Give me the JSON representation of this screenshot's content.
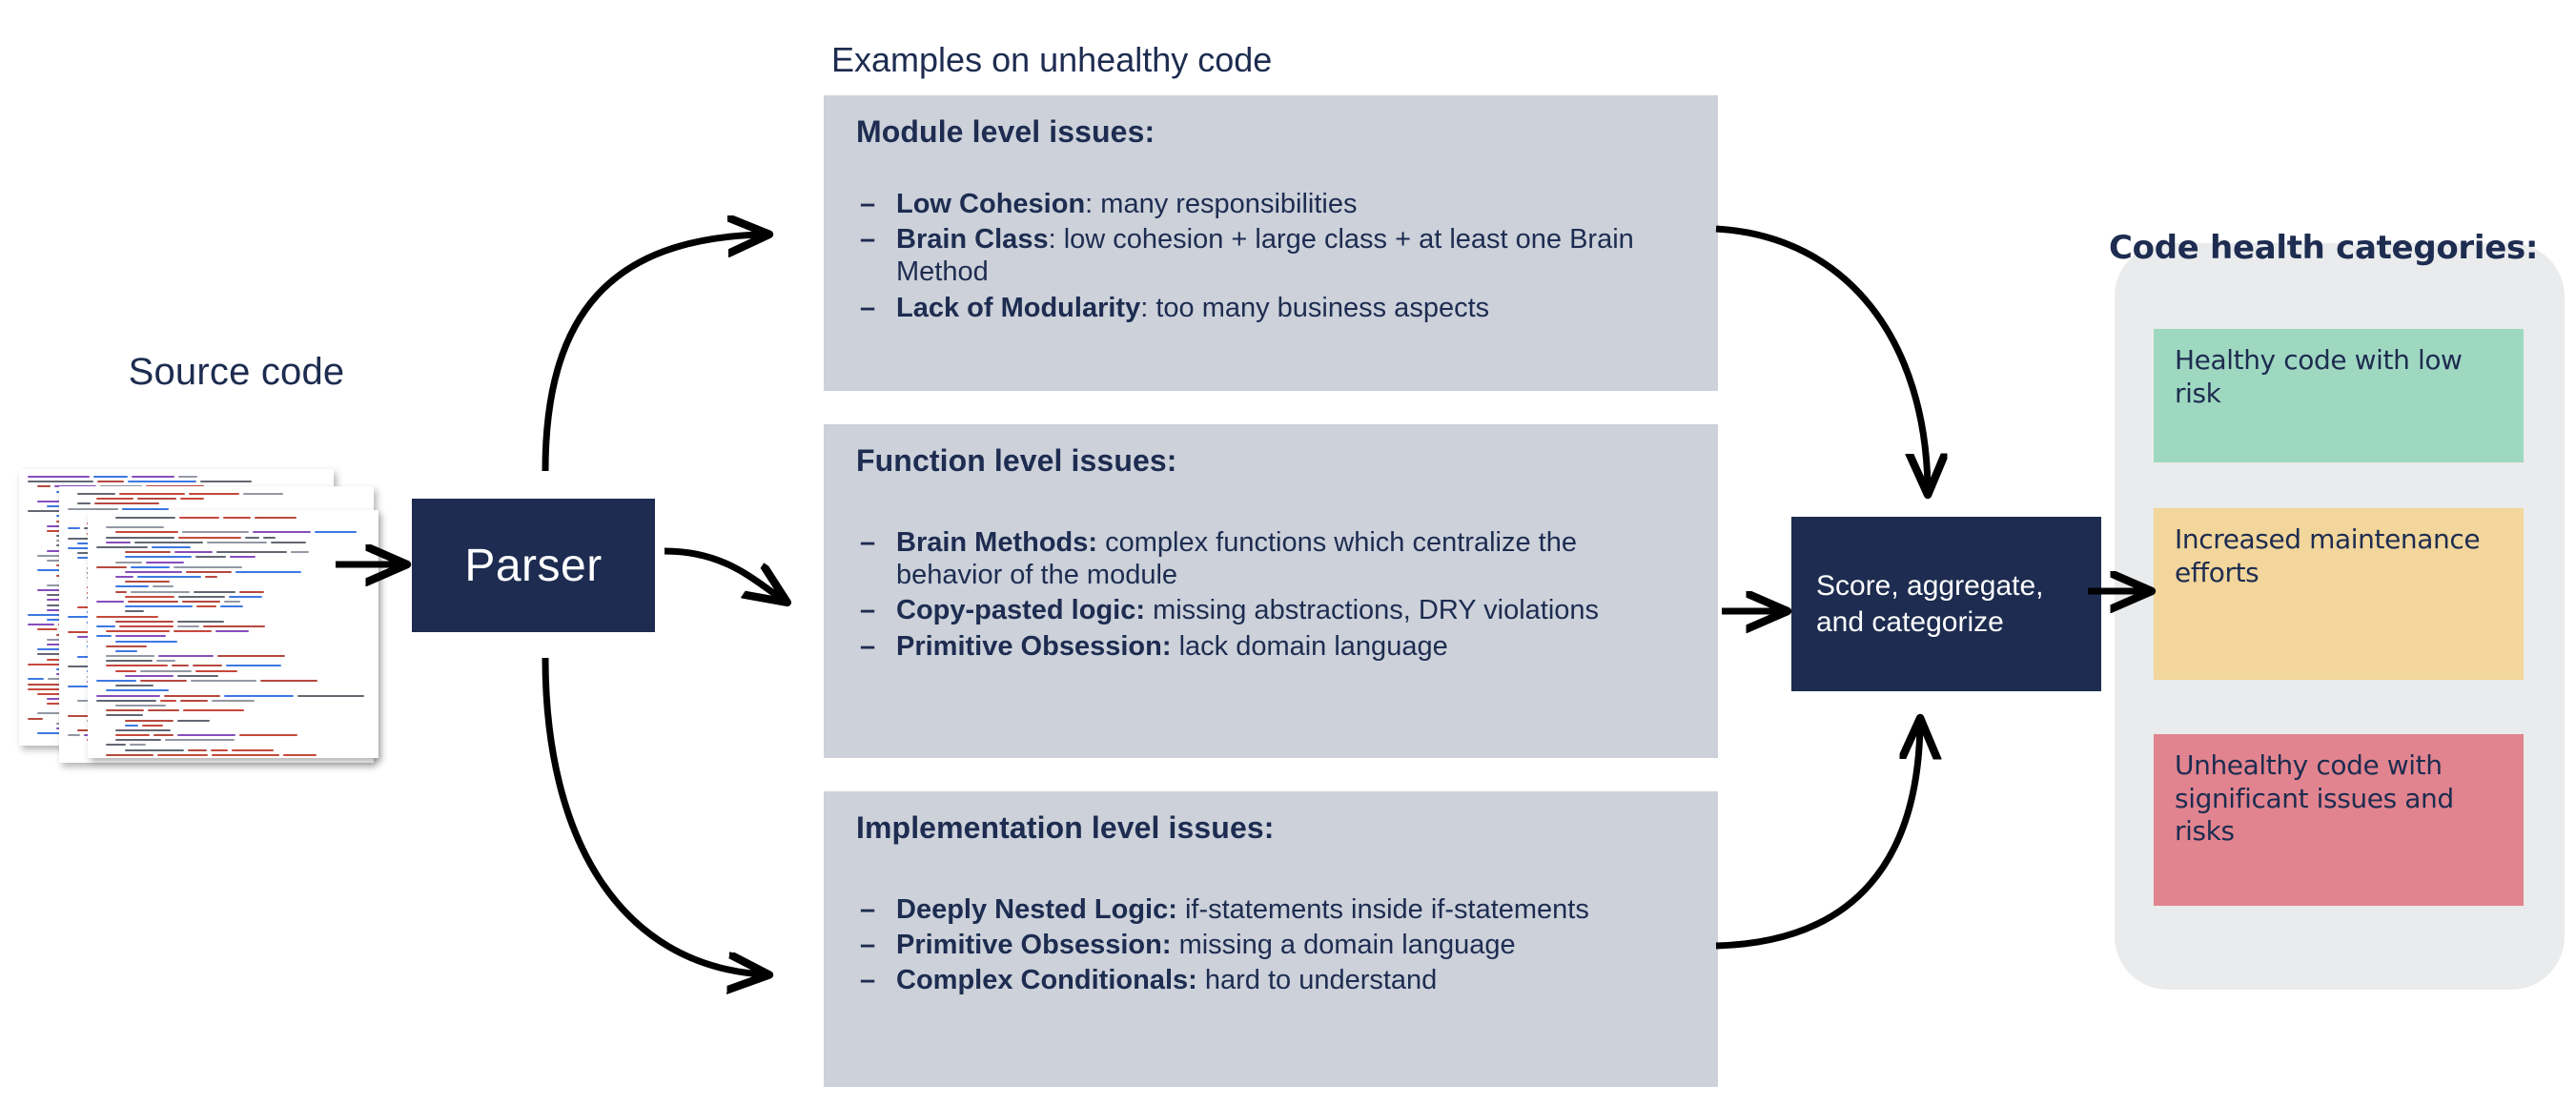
{
  "diagram": {
    "source_code_label": "Source code",
    "parser_label": "Parser",
    "examples_heading": "Examples on unhealthy code",
    "score_box_label": "Score, aggregate, and categorize",
    "categories_heading": "Code health categories:"
  },
  "colors": {
    "navy": "#1d2c50",
    "panel_grey": "#ccd1da",
    "categories_panel_bg": "#eaebec",
    "healthy_green": "#9fd8c1",
    "increased_yellow": "#f2d69b",
    "unhealthy_red": "#e2848f",
    "arrow_black": "#000000",
    "page_background": "#ffffff"
  },
  "issue_panels": [
    {
      "id": "module",
      "title": "Module level issues:",
      "items": [
        {
          "dash": "–",
          "term": "Low Cohesion",
          "separator": ": ",
          "text": "many responsibilities"
        },
        {
          "dash": "–",
          "term": "Brain Class",
          "separator": ": ",
          "text": "low cohesion + large class + at least one Brain Method"
        },
        {
          "dash": "–",
          "term": "Lack of Modularity",
          "separator": ": ",
          "text": "too many business aspects"
        }
      ]
    },
    {
      "id": "function",
      "title": "Function level issues:",
      "items": [
        {
          "dash": "–",
          "term": "Brain Methods:",
          "separator": " ",
          "text": "complex functions which centralize the behavior of the module"
        },
        {
          "dash": "–",
          "term": "Copy-pasted logic:",
          "separator": " ",
          "text": "missing abstractions, DRY violations"
        },
        {
          "dash": "–",
          "term": "Primitive Obsession:",
          "separator": " ",
          "text": "lack domain language"
        }
      ]
    },
    {
      "id": "implementation",
      "title": "Implementation level issues:",
      "items": [
        {
          "dash": "–",
          "term": "Deeply Nested Logic:",
          "separator": " ",
          "text": "if-statements inside if-statements"
        },
        {
          "dash": "–",
          "term": "Primitive Obsession:",
          "separator": " ",
          "text": "missing a domain language"
        },
        {
          "dash": "–",
          "term": "Complex Conditionals:",
          "separator": " ",
          "text": "hard to understand"
        }
      ]
    }
  ],
  "categories": [
    {
      "id": "healthy",
      "label": "Healthy code with low risk",
      "color": "#9fd8c1"
    },
    {
      "id": "increased",
      "label": "Increased maintenance efforts",
      "color": "#f2d69b"
    },
    {
      "id": "unhealthy",
      "label": "Unhealthy code with significant issues and risks",
      "color": "#e2848f"
    }
  ],
  "arrows": [
    {
      "name": "source-to-parser",
      "kind": "straight"
    },
    {
      "name": "parser-to-module",
      "kind": "curved"
    },
    {
      "name": "parser-to-function",
      "kind": "curved"
    },
    {
      "name": "parser-to-implementation",
      "kind": "curved"
    },
    {
      "name": "module-to-score",
      "kind": "curved"
    },
    {
      "name": "function-to-score",
      "kind": "straight"
    },
    {
      "name": "implementation-to-score",
      "kind": "curved"
    },
    {
      "name": "score-to-categories",
      "kind": "straight"
    }
  ]
}
